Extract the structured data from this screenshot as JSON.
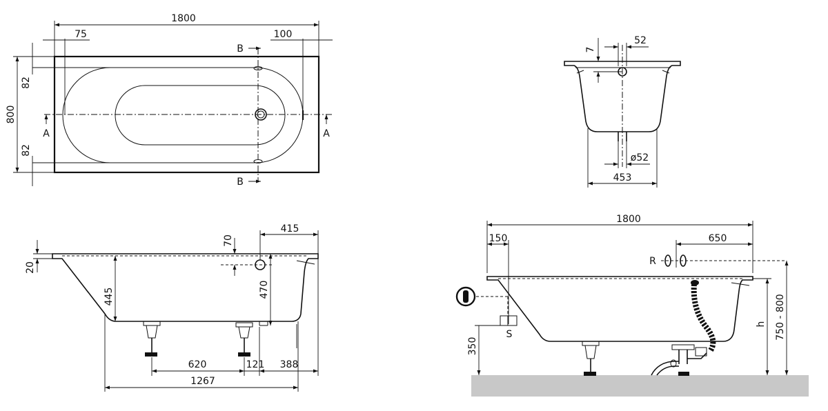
{
  "top_view": {
    "length": "1800",
    "left_offset": "75",
    "right_offset": "100",
    "width": "800",
    "upper_rim": "82",
    "lower_rim": "82",
    "section_a_left": "A",
    "section_a_right": "A",
    "section_b_top": "B",
    "section_b_bottom": "B"
  },
  "cross_section": {
    "rim_thickness": "7",
    "overflow_offset": "52",
    "drain_diameter": "ø52",
    "bottom_width": "453"
  },
  "side_section": {
    "overflow_distance": "415",
    "overflow_height": "70",
    "rim_height": "20",
    "depth_left": "445",
    "depth_right": "470",
    "feet_spacing": "620",
    "foot_offset": "121",
    "right_distance": "388",
    "base_length": "1267"
  },
  "installation_view": {
    "length": "1800",
    "left_distance": "150",
    "right_distance": "650",
    "r_label": "R",
    "s_label": "S",
    "height_350": "350",
    "h_label": "h",
    "height_range": "750 - 800",
    "floor_color": "#c8c8c8"
  }
}
